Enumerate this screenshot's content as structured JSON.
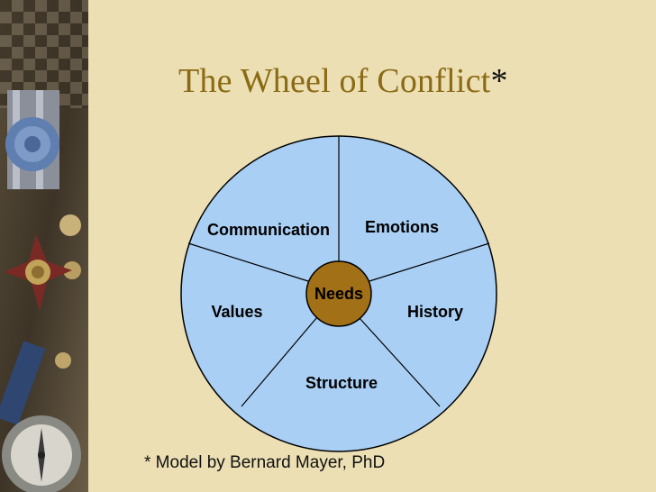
{
  "slide": {
    "title": "The Wheel of Conflict",
    "title_marker": "*",
    "footnote": "* Model by Bernard Mayer, PhD"
  },
  "wheel": {
    "hub_label": "Needs",
    "segments": [
      {
        "label": "Communication"
      },
      {
        "label": "Emotions"
      },
      {
        "label": "History"
      },
      {
        "label": "Structure"
      },
      {
        "label": "Values"
      }
    ]
  },
  "colors": {
    "background": "#ecdfb4",
    "title": "#8a6a14",
    "wheel_fill": "#a9cff4",
    "hub_fill": "#a27016",
    "outline": "#000000"
  }
}
